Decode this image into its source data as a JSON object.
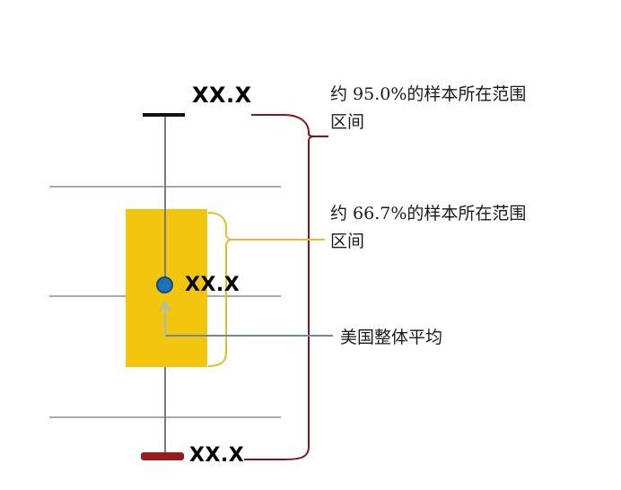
{
  "boxplot": {
    "top_label": "XX.X",
    "mean_label": "XX.X",
    "bottom_label": "XX.X"
  },
  "annotations": {
    "range95_line1": "约 95.0%的样本所在范围",
    "range95_line2": "区间",
    "range66_line1": "约 66.7%的样本所在范围",
    "range66_line2": "区间",
    "mean": "美国整体平均"
  },
  "icons": {
    "mean_dot": "filled-circle",
    "arrow": "up-arrow"
  },
  "colors": {
    "box": "#F2C50F",
    "brace95": "#841617",
    "brace66": "#E3BE2B",
    "dot": "#1F72B8",
    "dot_border": "#0D4D86",
    "gridline": "#A8A8A8",
    "whisker": "#7A7A7A",
    "cap_top": "#111111",
    "cap_bottom": "#9B1B1B",
    "arrow": "#9FBBD8",
    "mean_line": "#6C8AA3"
  }
}
